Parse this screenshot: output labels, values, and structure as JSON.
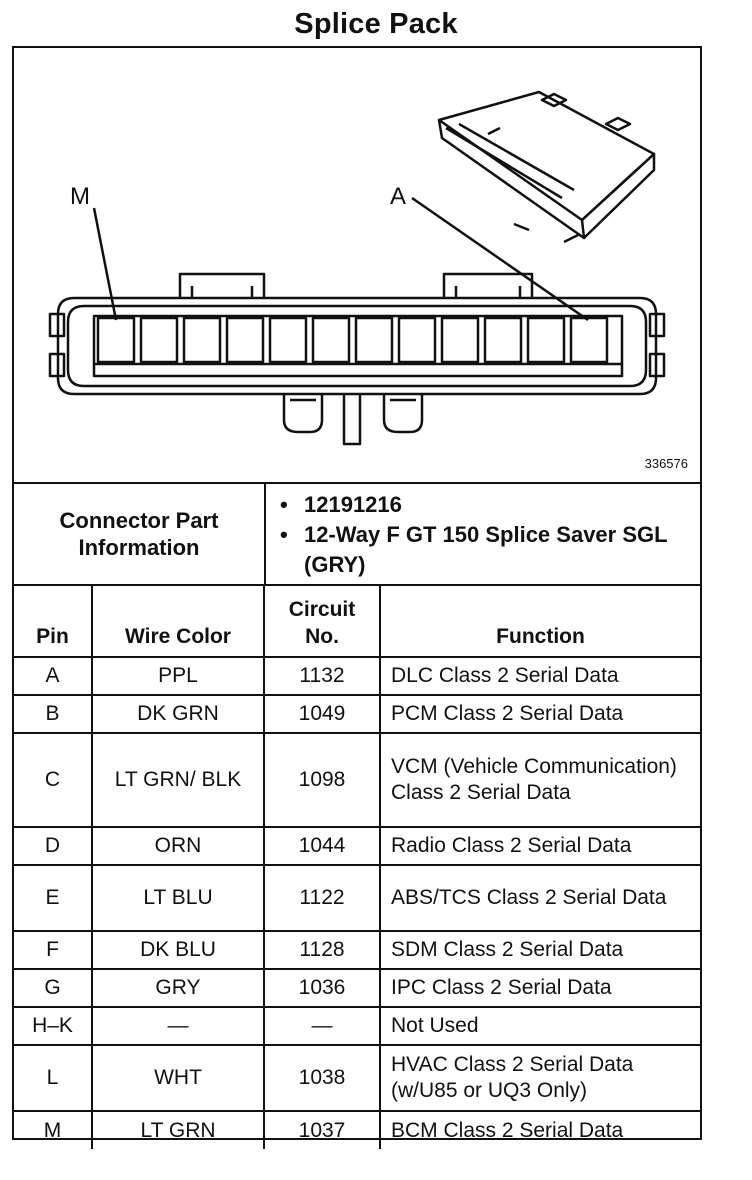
{
  "title": "Splice Pack",
  "figure": {
    "callouts": [
      "M",
      "A"
    ],
    "number": "336576"
  },
  "part_info": {
    "label": "Connector Part Information",
    "items": [
      "12191216",
      "12-Way F GT 150 Splice Saver SGL (GRY)"
    ]
  },
  "table": {
    "headers": {
      "pin": "Pin",
      "wire": "Wire Color",
      "circuit": "Circuit No.",
      "function": "Function"
    },
    "rows": [
      {
        "pin": "A",
        "wire": "PPL",
        "circuit": "1132",
        "function": "DLC Class 2 Serial Data"
      },
      {
        "pin": "B",
        "wire": "DK GRN",
        "circuit": "1049",
        "function": "PCM Class 2 Serial Data"
      },
      {
        "pin": "C",
        "wire": "LT GRN/ BLK",
        "circuit": "1098",
        "function": "VCM (Vehicle Communication) Class 2 Serial Data"
      },
      {
        "pin": "D",
        "wire": "ORN",
        "circuit": "1044",
        "function": "Radio Class 2 Serial Data"
      },
      {
        "pin": "E",
        "wire": "LT BLU",
        "circuit": "1122",
        "function": "ABS/TCS Class 2 Serial Data"
      },
      {
        "pin": "F",
        "wire": "DK BLU",
        "circuit": "1128",
        "function": "SDM Class 2 Serial Data"
      },
      {
        "pin": "G",
        "wire": "GRY",
        "circuit": "1036",
        "function": "IPC Class 2 Serial Data"
      },
      {
        "pin": "H–K",
        "wire": "—",
        "circuit": "—",
        "function": "Not Used"
      },
      {
        "pin": "L",
        "wire": "WHT",
        "circuit": "1038",
        "function": "HVAC Class 2 Serial Data (w/U85 or UQ3 Only)"
      },
      {
        "pin": "M",
        "wire": "LT GRN",
        "circuit": "1037",
        "function": "BCM Class 2 Serial Data"
      }
    ]
  }
}
